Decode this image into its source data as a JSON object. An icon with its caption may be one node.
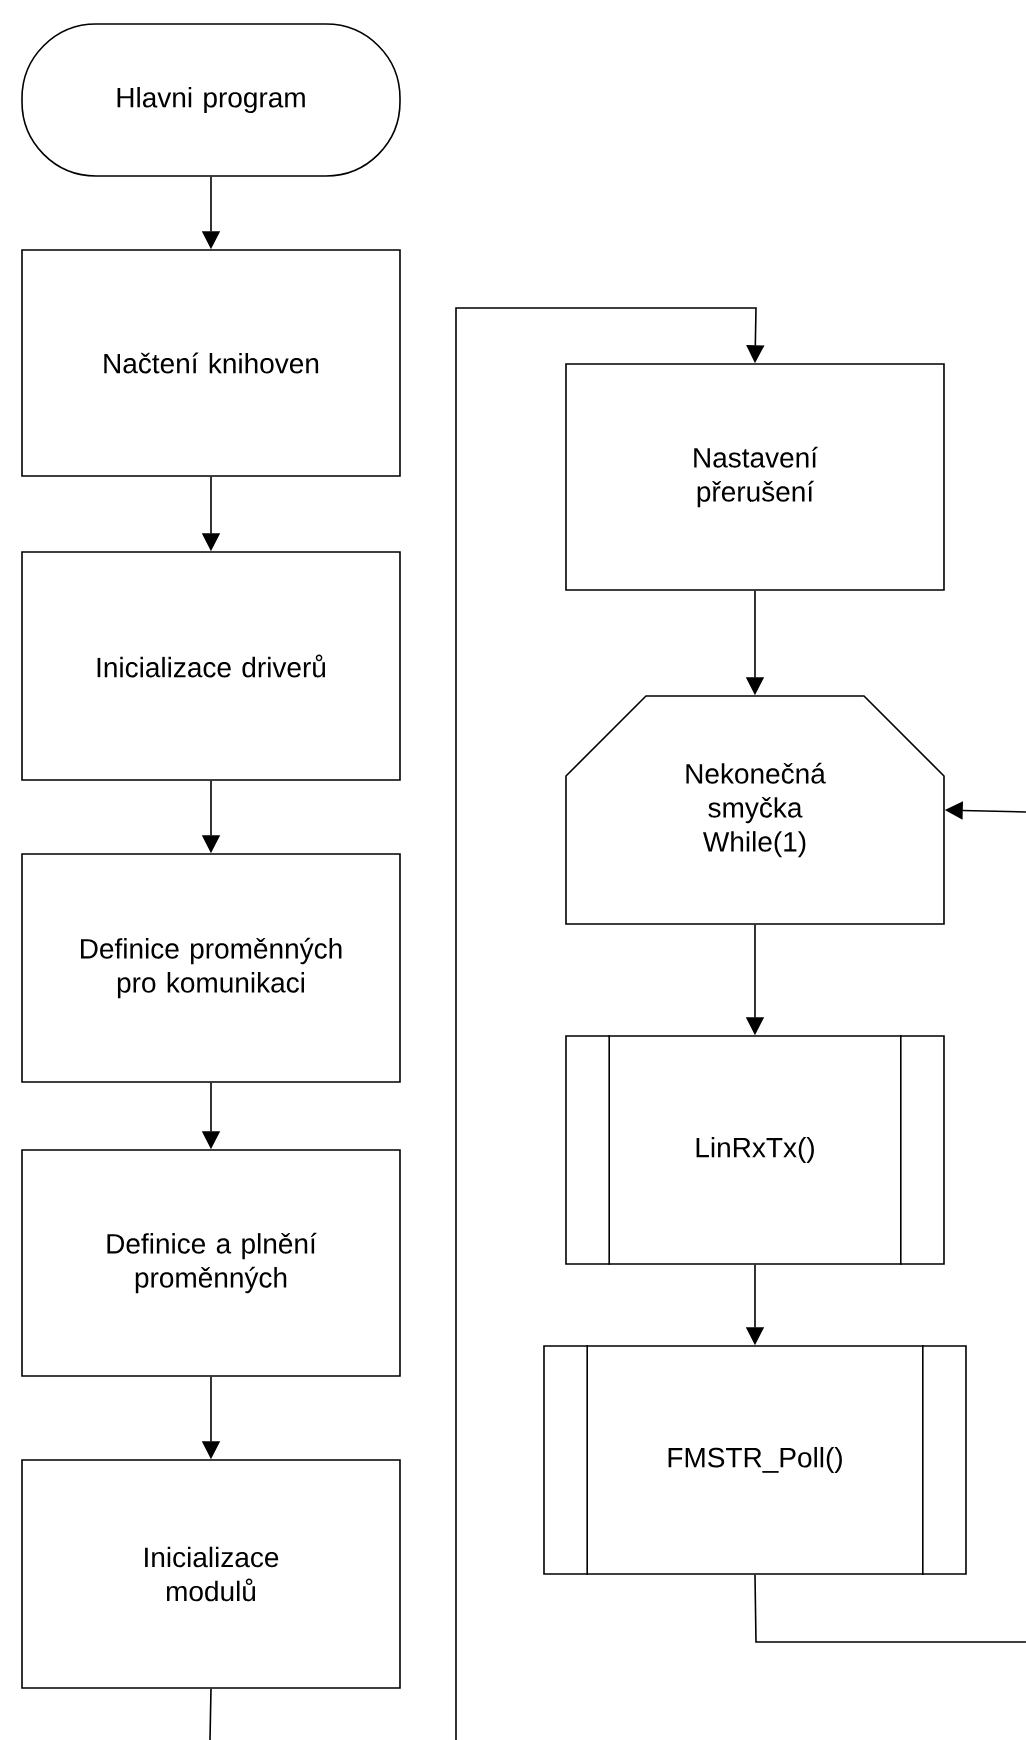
{
  "diagram": {
    "nodes": [
      {
        "text": [
          "Hlavni program"
        ]
      },
      {
        "text": [
          "Načtení knihoven"
        ]
      },
      {
        "text": [
          "Inicializace driverů"
        ]
      },
      {
        "text": [
          "Definice proměnných pro komunikaci"
        ]
      },
      {
        "text": [
          "Definice a plnění proměnných"
        ]
      },
      {
        "text": [
          "Inicializace modulů"
        ]
      },
      {
        "text": [
          "Nastavení přerušení"
        ]
      },
      {
        "text": [
          "Nekonečná smyčka While(1)"
        ]
      },
      {
        "text": [
          "LinRxTx()"
        ]
      },
      {
        "text": [
          "FMSTR_Poll()"
        ]
      }
    ],
    "edges": [
      {
        "from": 0,
        "to": 1,
        "arrow": "to"
      },
      {
        "from": 1,
        "to": 2,
        "arrow": "to"
      },
      {
        "from": 2,
        "to": 3,
        "arrow": "to"
      },
      {
        "from": 3,
        "to": 4,
        "arrow": "to"
      },
      {
        "from": 4,
        "to": 5,
        "arrow": "to"
      },
      {
        "from": 5,
        "to": null,
        "arrow": "none"
      },
      {
        "from": null,
        "to": 6,
        "arrow": "to"
      },
      {
        "from": 6,
        "to": 7,
        "arrow": "to"
      },
      {
        "from": 7,
        "to": 8,
        "arrow": "to"
      },
      {
        "from": 8,
        "to": 9,
        "arrow": "to"
      },
      {
        "from": 9,
        "to": null,
        "arrow": "none"
      },
      {
        "from": null,
        "to": 7,
        "arrow": "to"
      }
    ]
  }
}
